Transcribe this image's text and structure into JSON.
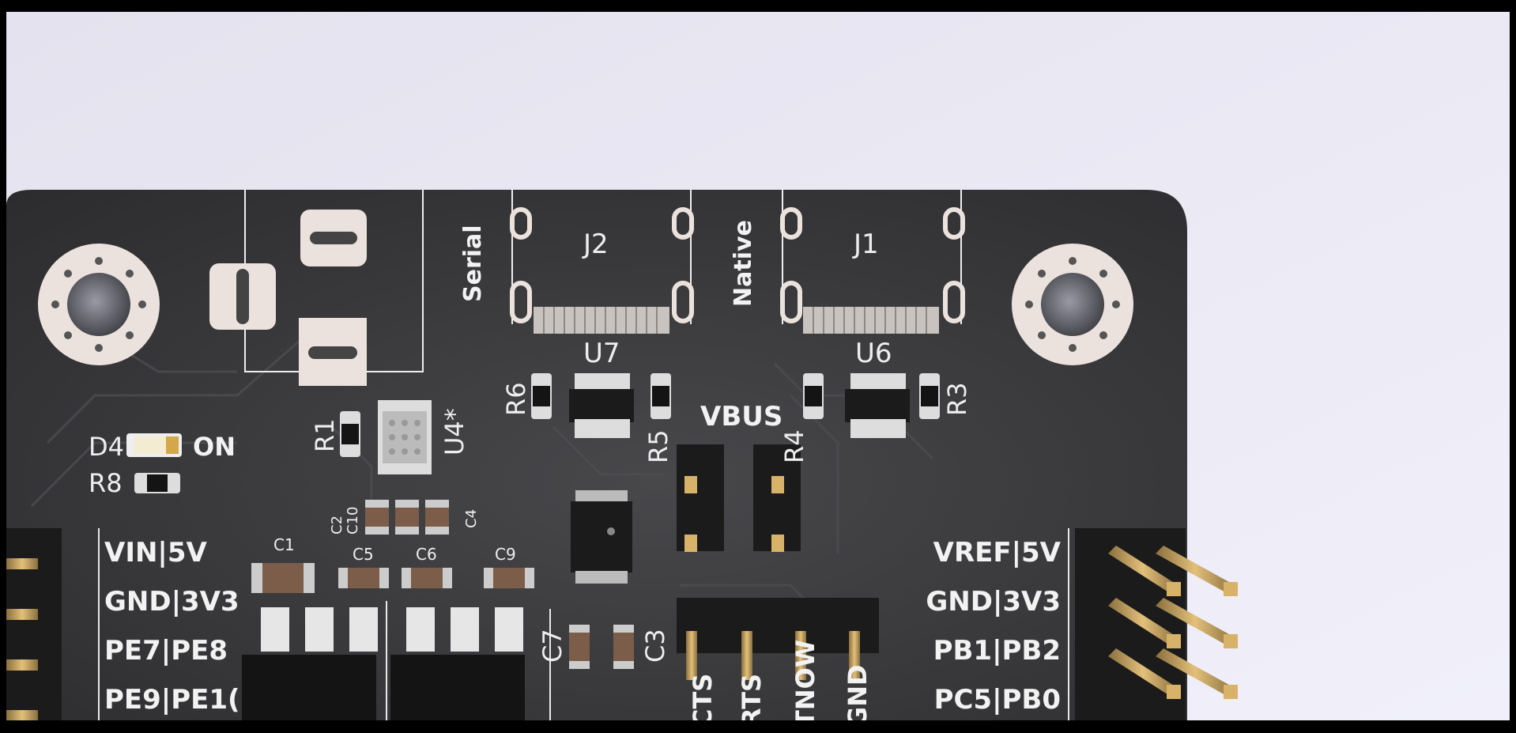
{
  "scene": {
    "title": "3D PCB render viewport",
    "colors": {
      "background_top": "#e6e4ef",
      "background_bottom": "#efeef8",
      "board": "#3a3a3c",
      "silkscreen": "#eeeeee",
      "pad_copper": "#ece2dd",
      "pin_gold": "#d9b26a",
      "component_body": "#1b1b1b"
    },
    "labels": {
      "serial": "Serial",
      "native": "Native",
      "j2": "J2",
      "j1": "J1",
      "u7": "U7",
      "u6": "U6",
      "r6": "R6",
      "r3": "R3",
      "vbus": "VBUS",
      "r5": "R5",
      "r4": "R4",
      "r1": "R1",
      "u4": "U4*",
      "d4": "D4",
      "on": "ON",
      "r8": "R8",
      "c2": "C2",
      "c10": "C10",
      "c4": "C4",
      "c1": "C1",
      "c5": "C5",
      "c6": "C6",
      "c9": "C9",
      "c7": "C7",
      "c3": "C3"
    },
    "header_left_labels": [
      "VIN|5V",
      "GND|3V3",
      "PE7|PE8",
      "PE9|PE1("
    ],
    "header_right_labels": [
      "VREF|5V",
      "GND|3V3",
      "PB1|PB2",
      "PC5|PB0"
    ],
    "bottom_header_labels": [
      "CTS",
      "RTS",
      "TNOW",
      "GND"
    ]
  }
}
